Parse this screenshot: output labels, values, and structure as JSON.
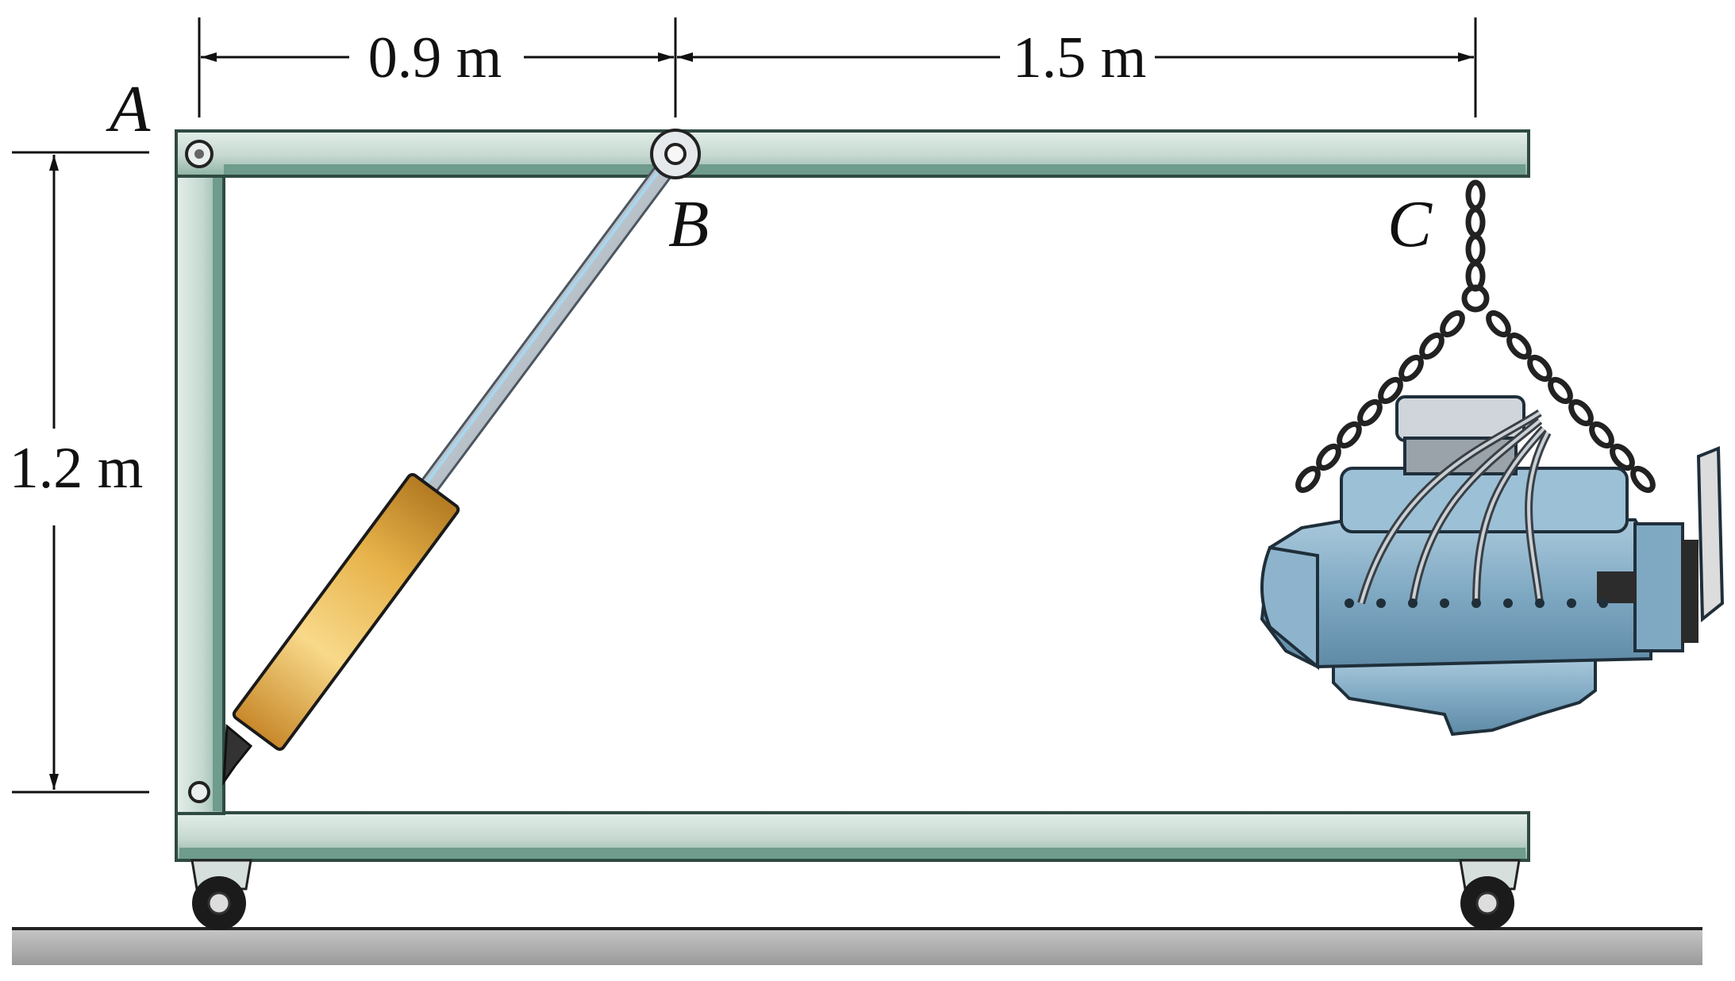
{
  "figure": {
    "points": {
      "a": "A",
      "b": "B",
      "c": "C"
    },
    "dimensions": {
      "ab_horizontal": "0.9 m",
      "bc_horizontal": "1.5 m",
      "vertical_height": "1.2 m"
    }
  },
  "colors": {
    "frame_face": "#c5d8d0",
    "frame_edge": "#2f4a42",
    "frame_shadow": "#6f9c8c",
    "cylinder": "#e7b24a",
    "rod": "#c7ccd2",
    "engine": "#7fa9c3",
    "ground": "#a8a8a8"
  },
  "icons": {
    "pin_a": "pin-joint-icon",
    "pin_b": "pin-joint-icon",
    "pin_bottom": "pin-joint-icon",
    "wheel": "caster-wheel-icon",
    "engine": "engine-block-icon",
    "chain": "chain-icon"
  }
}
